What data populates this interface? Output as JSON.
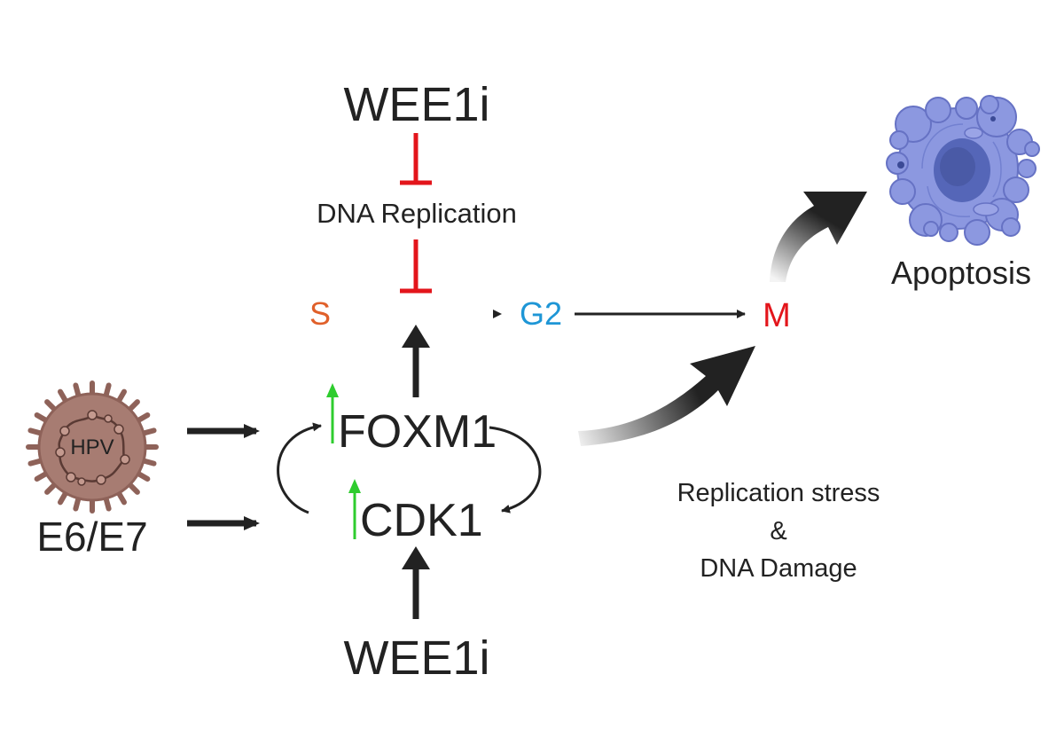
{
  "labels": {
    "wee1i_top": "WEE1i",
    "dna_replication": "DNA Replication",
    "phase_s": "S",
    "phase_g2": "G2",
    "phase_m": "M",
    "foxm1": "FOXM1",
    "cdk1": "CDK1",
    "virus": "HPV",
    "oncoproteins": "E6/E7",
    "wee1i_bottom": "WEE1i",
    "stress_line1": "Replication stress",
    "stress_amp": "&",
    "stress_line2": "DNA Damage",
    "apoptosis": "Apoptosis"
  },
  "colors": {
    "text": "#222222",
    "phase_s": "#e0602a",
    "phase_g2": "#1e96d6",
    "phase_m": "#e3151b",
    "inhibit": "#e3151b",
    "upregulation": "#2ecc2e",
    "virus_body": "#a77c72",
    "virus_spike": "#8e6259",
    "cell_body": "#8c98e0",
    "cell_nucleus": "#5566b8"
  },
  "icons": {
    "virus": "hpv-virus-icon",
    "cell": "apoptotic-cell-icon"
  }
}
